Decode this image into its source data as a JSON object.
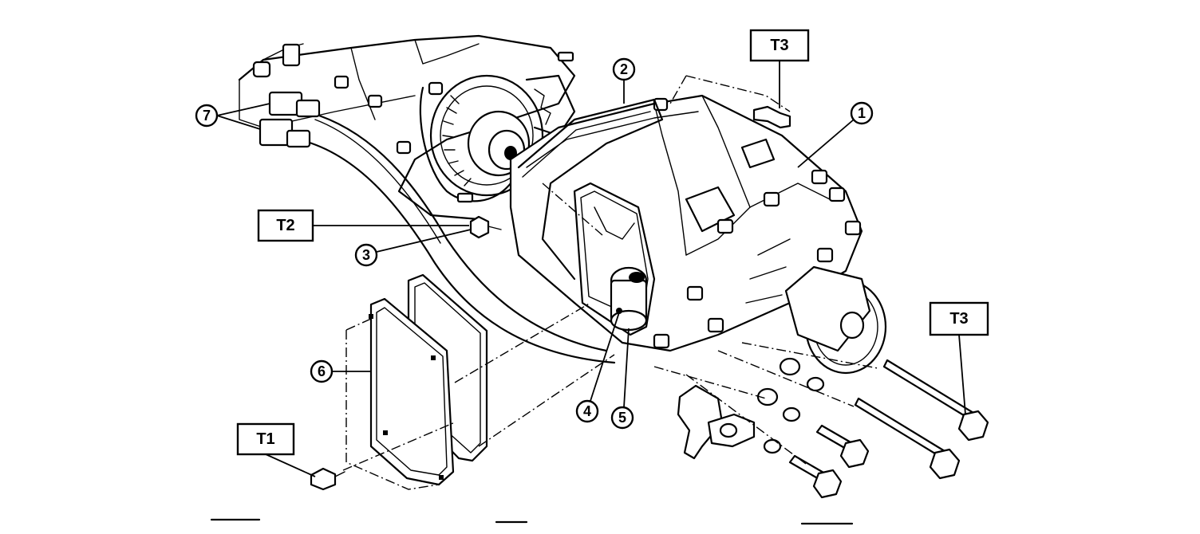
{
  "callouts": {
    "c1": "1",
    "c2": "2",
    "c3": "3",
    "c4": "4",
    "c5": "5",
    "c6": "6",
    "c7": "7"
  },
  "torque_labels": {
    "t1": "T1",
    "t2": "T2",
    "t3_top": "T3",
    "t3_right": "T3"
  }
}
